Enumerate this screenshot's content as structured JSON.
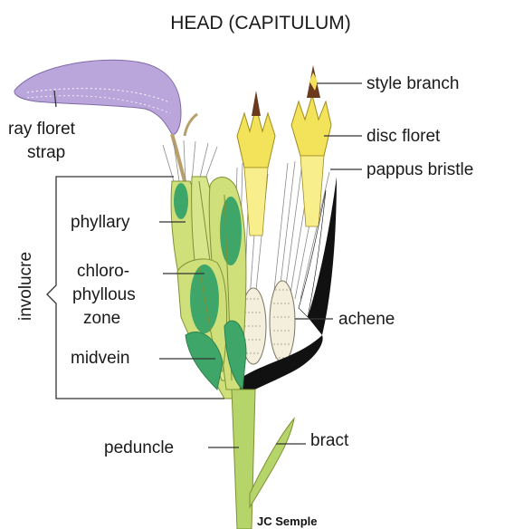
{
  "title": "HEAD (CAPITULUM)",
  "labels": {
    "ray_floret_strap_line1": "ray floret",
    "ray_floret_strap_line2": "strap",
    "involucre": "involucre",
    "phyllary": "phyllary",
    "chlorophyllous_line1": "chloro-",
    "chlorophyllous_line2": "phyllous",
    "chlorophyllous_line3": "zone",
    "midvein": "midvein",
    "peduncle": "peduncle",
    "style_branch": "style branch",
    "disc_floret": "disc floret",
    "pappus_bristle": "pappus bristle",
    "achene": "achene",
    "bract": "bract"
  },
  "credit": "JC Semple",
  "colors": {
    "phyllary_fill": "#cfe07a",
    "chlorophyll_spot": "#3fa66a",
    "ray_strap": "#b7a3d8",
    "disc_floret": "#f2e35a",
    "stem": "#b5d46a",
    "receptacle": "#111111"
  }
}
